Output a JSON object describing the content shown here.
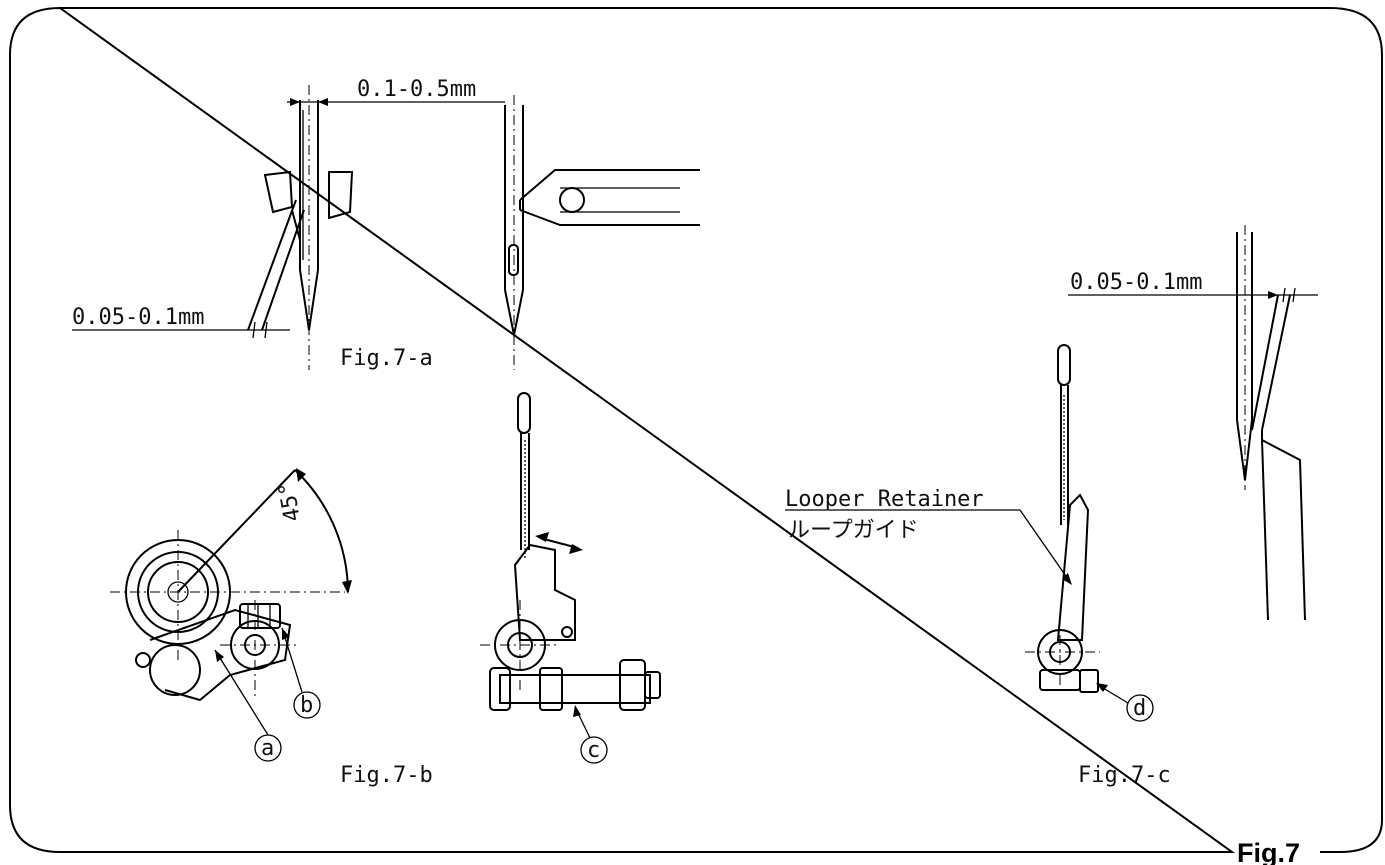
{
  "dimensions": {
    "gap_7a_top": "0.1-0.5mm",
    "gap_7a_side": "0.05-0.1mm",
    "gap_7c": "0.05-0.1mm",
    "angle": "45°"
  },
  "captions": {
    "fig_7a": "Fig.7-a",
    "fig_7b": "Fig.7-b",
    "fig_7c": "Fig.7-c"
  },
  "callouts": {
    "a": "a",
    "b": "b",
    "c": "c",
    "d": "d"
  },
  "labels": {
    "looper_retainer_en": "Looper Retainer",
    "looper_retainer_ja": "ループガイド"
  },
  "figure_tag": "Fig.7"
}
